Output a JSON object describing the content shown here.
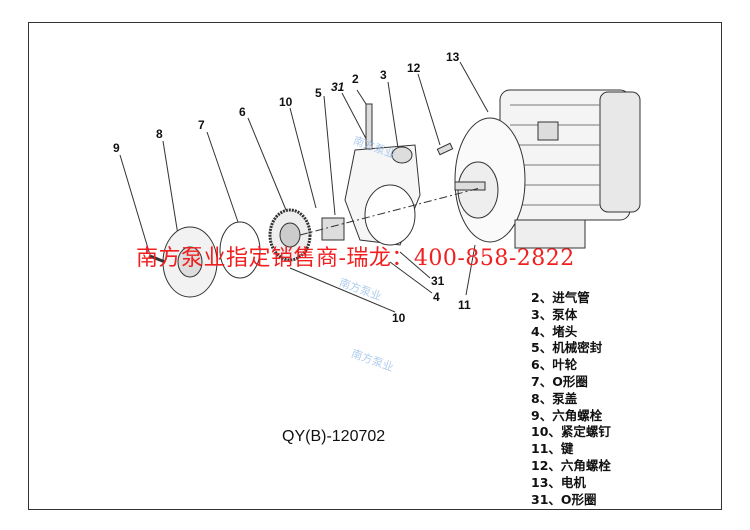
{
  "model_code": "QY(B)-120702",
  "promo_text": "南方泵业指定销售商-瑞龙：400-858-2822",
  "watermark": "南方泵业",
  "part_labels": [
    "13",
    "12",
    "3",
    "2",
    "31",
    "5",
    "10",
    "6",
    "7",
    "8",
    "9",
    "31",
    "4",
    "11",
    "10"
  ],
  "legend": [
    "2、进气管",
    "3、泵体",
    "4、堵头",
    "5、机械密封",
    "6、叶轮",
    "7、O形圈",
    "8、泵盖",
    "9、六角螺栓",
    "10、紧定螺钉",
    "11、键",
    "12、六角螺栓",
    "13、电机",
    "31、O形圈"
  ],
  "colors": {
    "promo": "#f02020",
    "watermark": "#9cc0e8",
    "lines": "#333333"
  }
}
